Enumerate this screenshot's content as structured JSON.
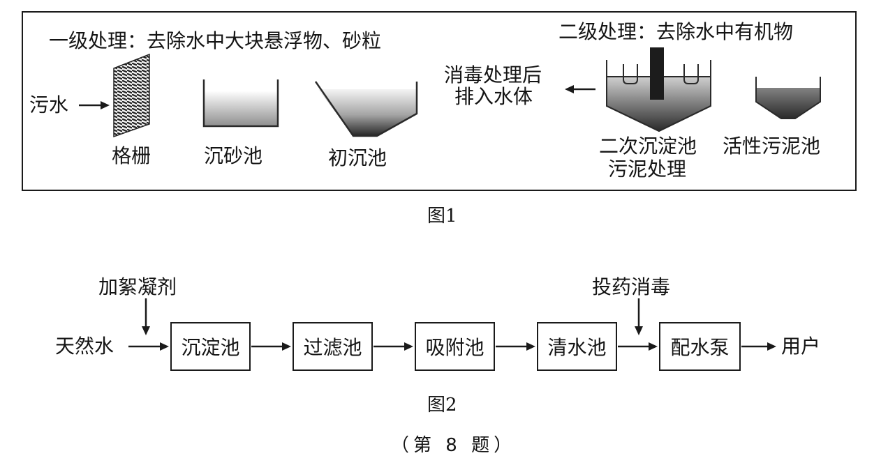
{
  "figure1": {
    "primary_label": "一级处理：去除水中大块悬浮物、砂粒",
    "secondary_label": "二级处理：去除水中有机物",
    "input_label": "污水",
    "stages": {
      "grating": "格栅",
      "grit_tank": "沉砂池",
      "primary_settling": "初沉池",
      "secondary_settling_line1": "二次沉淀池",
      "secondary_settling_line2": "污泥处理",
      "activated_sludge": "活性污泥池"
    },
    "discharge_line1": "消毒处理后",
    "discharge_line2": "排入水体",
    "caption": "图1"
  },
  "figure2": {
    "additive_1": "加絮凝剂",
    "additive_2": "投药消毒",
    "input_label": "天然水",
    "boxes": [
      "沉淀池",
      "过滤池",
      "吸附池",
      "清水池",
      "配水泵"
    ],
    "output_label": "用户",
    "caption": "图2"
  },
  "question_label": "（第 8 题）"
}
